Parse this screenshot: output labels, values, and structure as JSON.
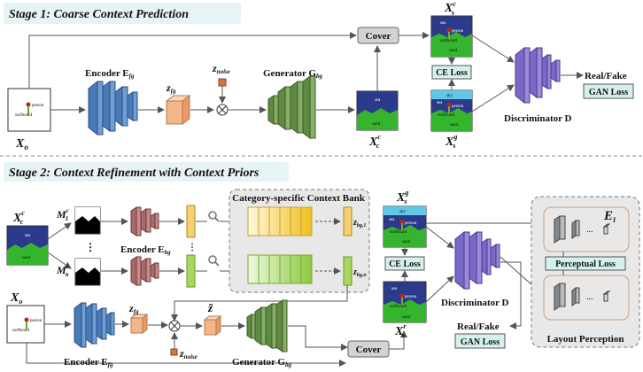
{
  "stage1": {
    "title": "Stage 1: Coarse Context Prediction",
    "input_label": "X",
    "input_sub": "o",
    "encoder": "Encoder E",
    "encoder_sub": "fg",
    "zfg": "z",
    "zfg_sub": "fg",
    "znoise": "z",
    "znoise_sub": "noise",
    "generator": "Generator G",
    "generator_sub": "bg",
    "xcc": "X",
    "xcc_sup": "c",
    "xcc_sub": "c",
    "cover": "Cover",
    "xsc": "X",
    "xsc_sup": "c",
    "xsc_sub": "s",
    "ce_loss": "CE Loss",
    "xsg": "X",
    "xsg_sup": "g",
    "xsg_sub": "s",
    "discriminator": "Discriminator D",
    "realfake": "Real/Fake",
    "gan_loss": "GAN Loss",
    "img_labels": {
      "sea": "sea",
      "sky": "sky",
      "sand": "sand",
      "person": "person",
      "surfboard": "surfboard"
    }
  },
  "stage2": {
    "title": "Stage 2:  Context Refinement with Context Priors",
    "xcc": "X",
    "xcc_sup": "c",
    "xcc_sub": "c",
    "m1": "M",
    "m1_sup": "c",
    "m1_sub": "1",
    "mn": "M",
    "mn_sup": "c",
    "mn_sub": "n",
    "encoder_bg": "Encoder E",
    "encoder_bg_sub": "bg",
    "bank_title": "Category-specific Context Bank",
    "zbg1": "z",
    "zbg1_sub": "bg,1",
    "zbgn": "z",
    "zbgn_sub": "bg,n",
    "xo": "X",
    "xo_sub": "o",
    "encoder_fg": "Encoder E",
    "encoder_fg_sub": "fg",
    "zfg": "z",
    "zfg_sub": "fg",
    "ztilde": "z̃",
    "znoise": "z",
    "znoise_sub": "noise",
    "generator": "Generator G",
    "generator_sub": "bg",
    "cover": "Cover",
    "xsg": "X",
    "xsg_sup": "g",
    "xsg_sub": "s",
    "ce_loss": "CE Loss",
    "xsr": "X",
    "xsr_sup": "r",
    "xsr_sub": "s",
    "discriminator": "Discriminator D",
    "realfake": "Real/Fake",
    "gan_loss": "GAN Loss",
    "ei": "E",
    "ei_sub": "I",
    "perceptual_loss": "Perceptual Loss",
    "layout_perception": "Layout Perception",
    "dots": "..."
  },
  "colors": {
    "stage_bg": "#e6f4f6",
    "encoder_blue": "#6d9fd6",
    "encoder_bg": "#c98a8a",
    "generator": "#8aae6a",
    "discriminator": "#9c8ad6",
    "zfg": "#f5b58a",
    "noise": "#d9743a",
    "yellow": "#f0c020",
    "green": "#9ad04a",
    "sea": "#2c3a8c",
    "sky": "#62c6e6",
    "sand": "#35b52e",
    "teal_label": "#d5f1ee"
  }
}
